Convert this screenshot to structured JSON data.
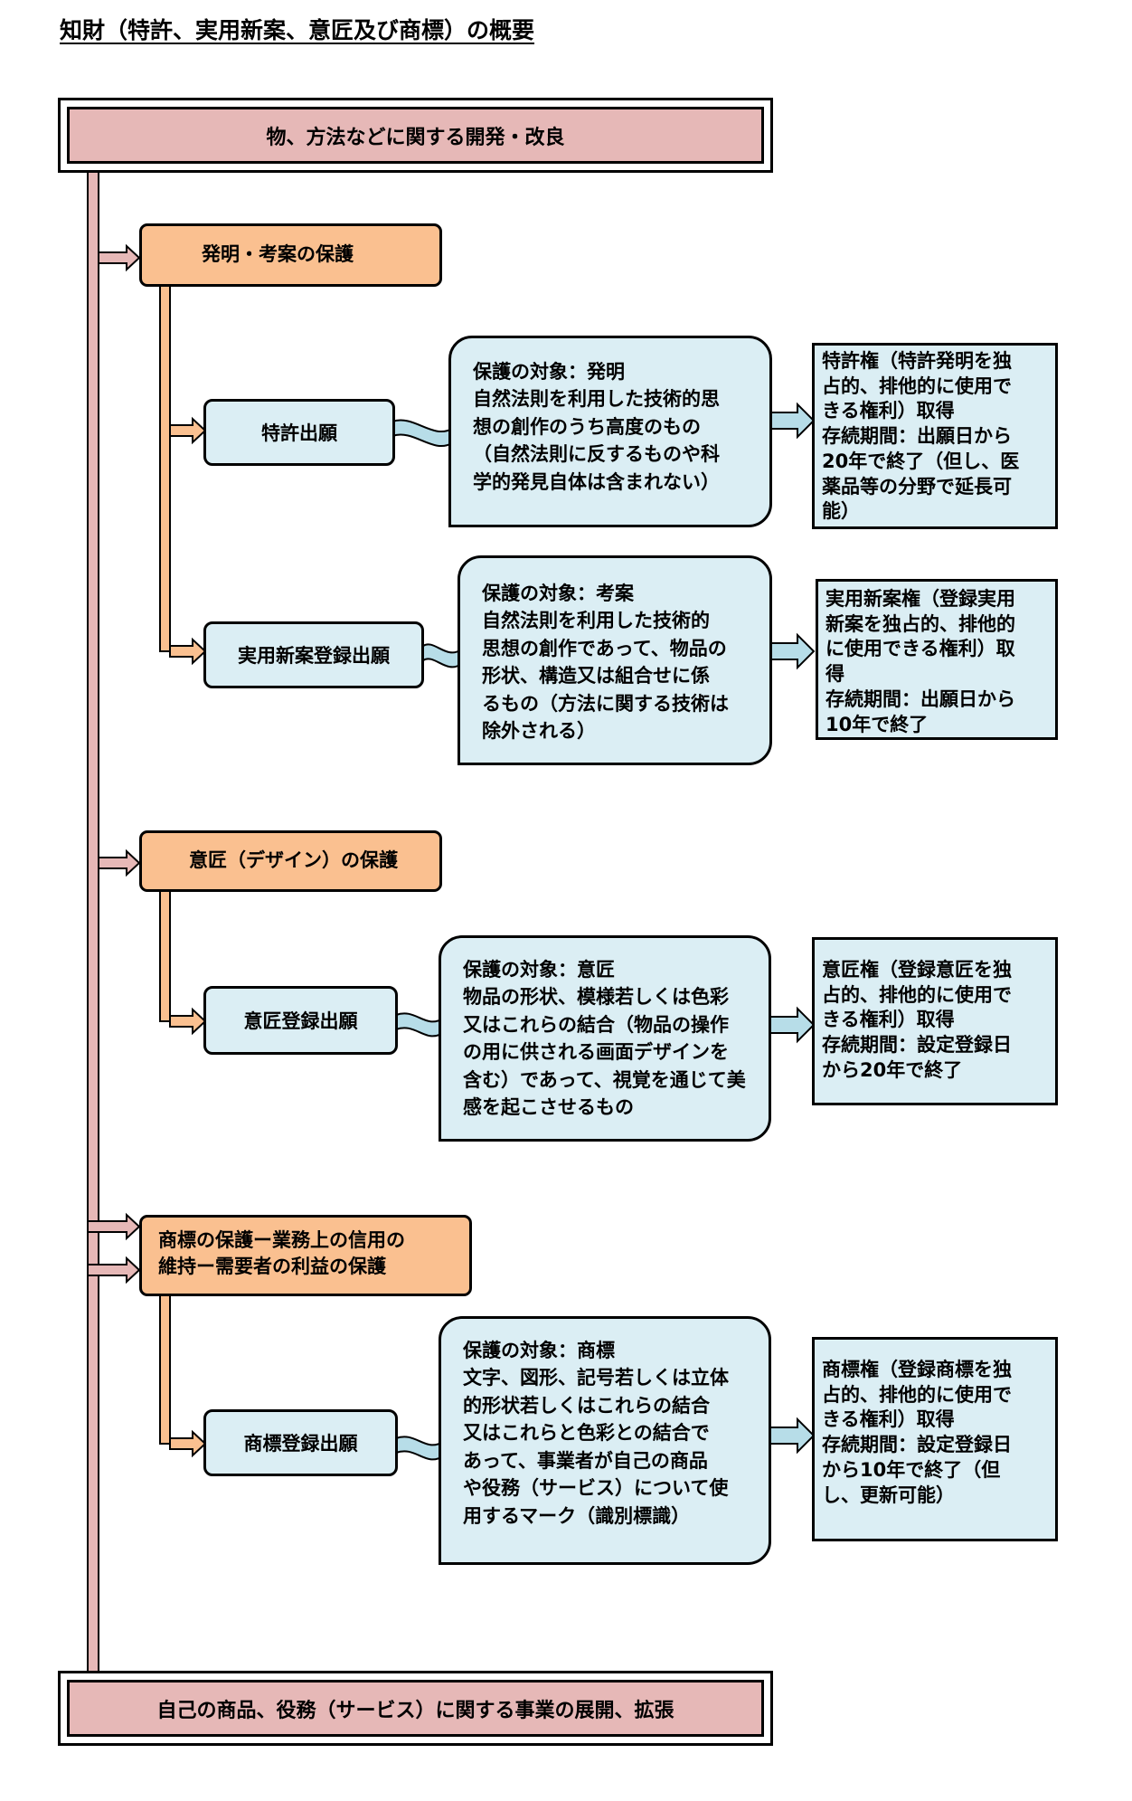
{
  "title": "知財（特許、実用新案、意匠及び商標）の概要",
  "top_box": "物、方法などに関する開発・改良",
  "bottom_box": "自己の商品、役務（サービス）に関する事業の展開、拡張",
  "categories": {
    "invention": "発明・考案の保護",
    "design": "意匠（デザイン）の保護",
    "trademark": [
      "商標の保護ー業務上の信用の",
      "維持ー需要者の利益の保護"
    ]
  },
  "applications": {
    "patent": "特許出願",
    "utility": "実用新案登録出願",
    "design": "意匠登録出願",
    "trademark": "商標登録出願"
  },
  "objects": {
    "patent": [
      "保護の対象：発明",
      "自然法則を利用した技術的思",
      "想の創作のうち高度のもの",
      "（自然法則に反するものや科",
      "学的発見自体は含まれない）"
    ],
    "utility": [
      "保護の対象：考案",
      "自然法則を利用した技術的",
      "思想の創作であって、物品の",
      "形状、構造又は組合せに係",
      "るもの（方法に関する技術は",
      "除外される）"
    ],
    "design": [
      "保護の対象：意匠",
      "物品の形状、模様若しくは色彩",
      "又はこれらの結合（物品の操作",
      "の用に供される画面デザインを",
      "含む）であって、視覚を通じて美",
      "感を起こさせるもの"
    ],
    "trademark": [
      "保護の対象：商標",
      "文字、図形、記号若しくは立体",
      "的形状若しくはこれらの結合",
      "又はこれらと色彩との結合で",
      "あって、事業者が自己の商品",
      "や役務（サービス）について使",
      "用するマーク（識別標識）"
    ]
  },
  "rights": {
    "patent": [
      "特許権（特許発明を独",
      "占的、排他的に使用で",
      "きる権利）取得",
      "存続期間：出願日から",
      "20年で終了（但し、医",
      "薬品等の分野で延長可",
      "能）"
    ],
    "utility": [
      "実用新案権（登録実用",
      "新案を独占的、排他的",
      "に使用できる権利）取",
      "得",
      "存続期間：出願日から",
      "10年で終了"
    ],
    "design": [
      "意匠権（登録意匠を独",
      "占的、排他的に使用で",
      "きる権利）取得",
      "存続期間：設定登録日",
      "から20年で終了"
    ],
    "trademark": [
      "商標権（登録商標を独",
      "占的、排他的に使用で",
      "きる権利）取得",
      "存続期間：設定登録日",
      "から10年で終了（但",
      "し、更新可能）"
    ]
  },
  "colors": {
    "pink": "#e6b8b7",
    "orange": "#fac090",
    "light_blue": "#dbeef4",
    "arrow_blue": "#b7dde8"
  }
}
